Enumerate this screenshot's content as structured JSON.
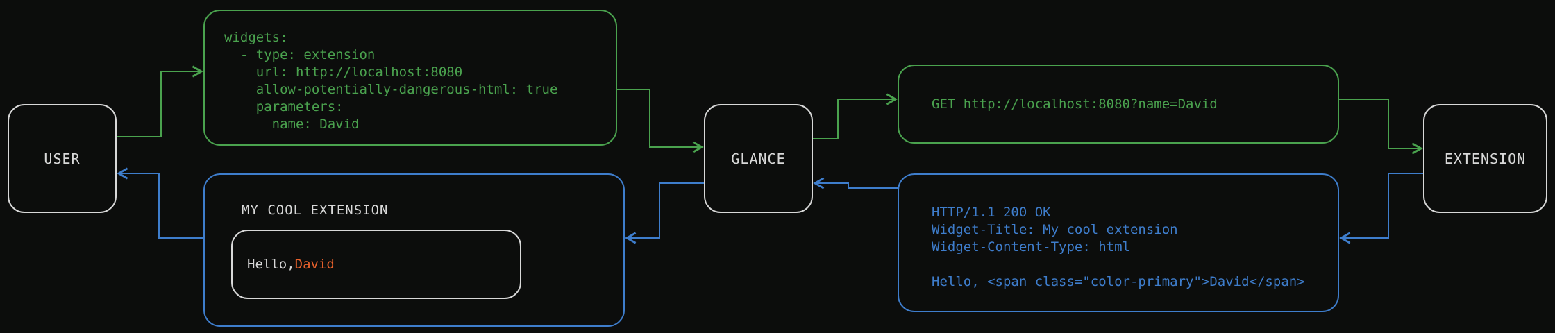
{
  "canvas": {
    "background": "#0c0d0c",
    "colors": {
      "bg": "#0c0d0c",
      "green": "#4aa24e",
      "blue": "#3e7dcc",
      "orange": "#e8612c",
      "white": "#d8d8d8"
    }
  },
  "nodes": {
    "user": {
      "label": "USER"
    },
    "glance": {
      "label": "GLANCE"
    },
    "extension": {
      "label": "EXTENSION"
    }
  },
  "config_box": {
    "yaml": "widgets:\n  - type: extension\n    url: http://localhost:8080\n    allow-potentially-dangerous-html: true\n    parameters:\n      name: David"
  },
  "request_box": {
    "text": "GET http://localhost:8080?name=David"
  },
  "response_box": {
    "text": "HTTP/1.1 200 OK\nWidget-Title: My cool extension\nWidget-Content-Type: html\n\nHello, <span class=\"color-primary\">David</span>"
  },
  "widget_preview": {
    "title": "MY COOL EXTENSION",
    "greeting_prefix": "Hello, ",
    "greeting_name": "David"
  }
}
